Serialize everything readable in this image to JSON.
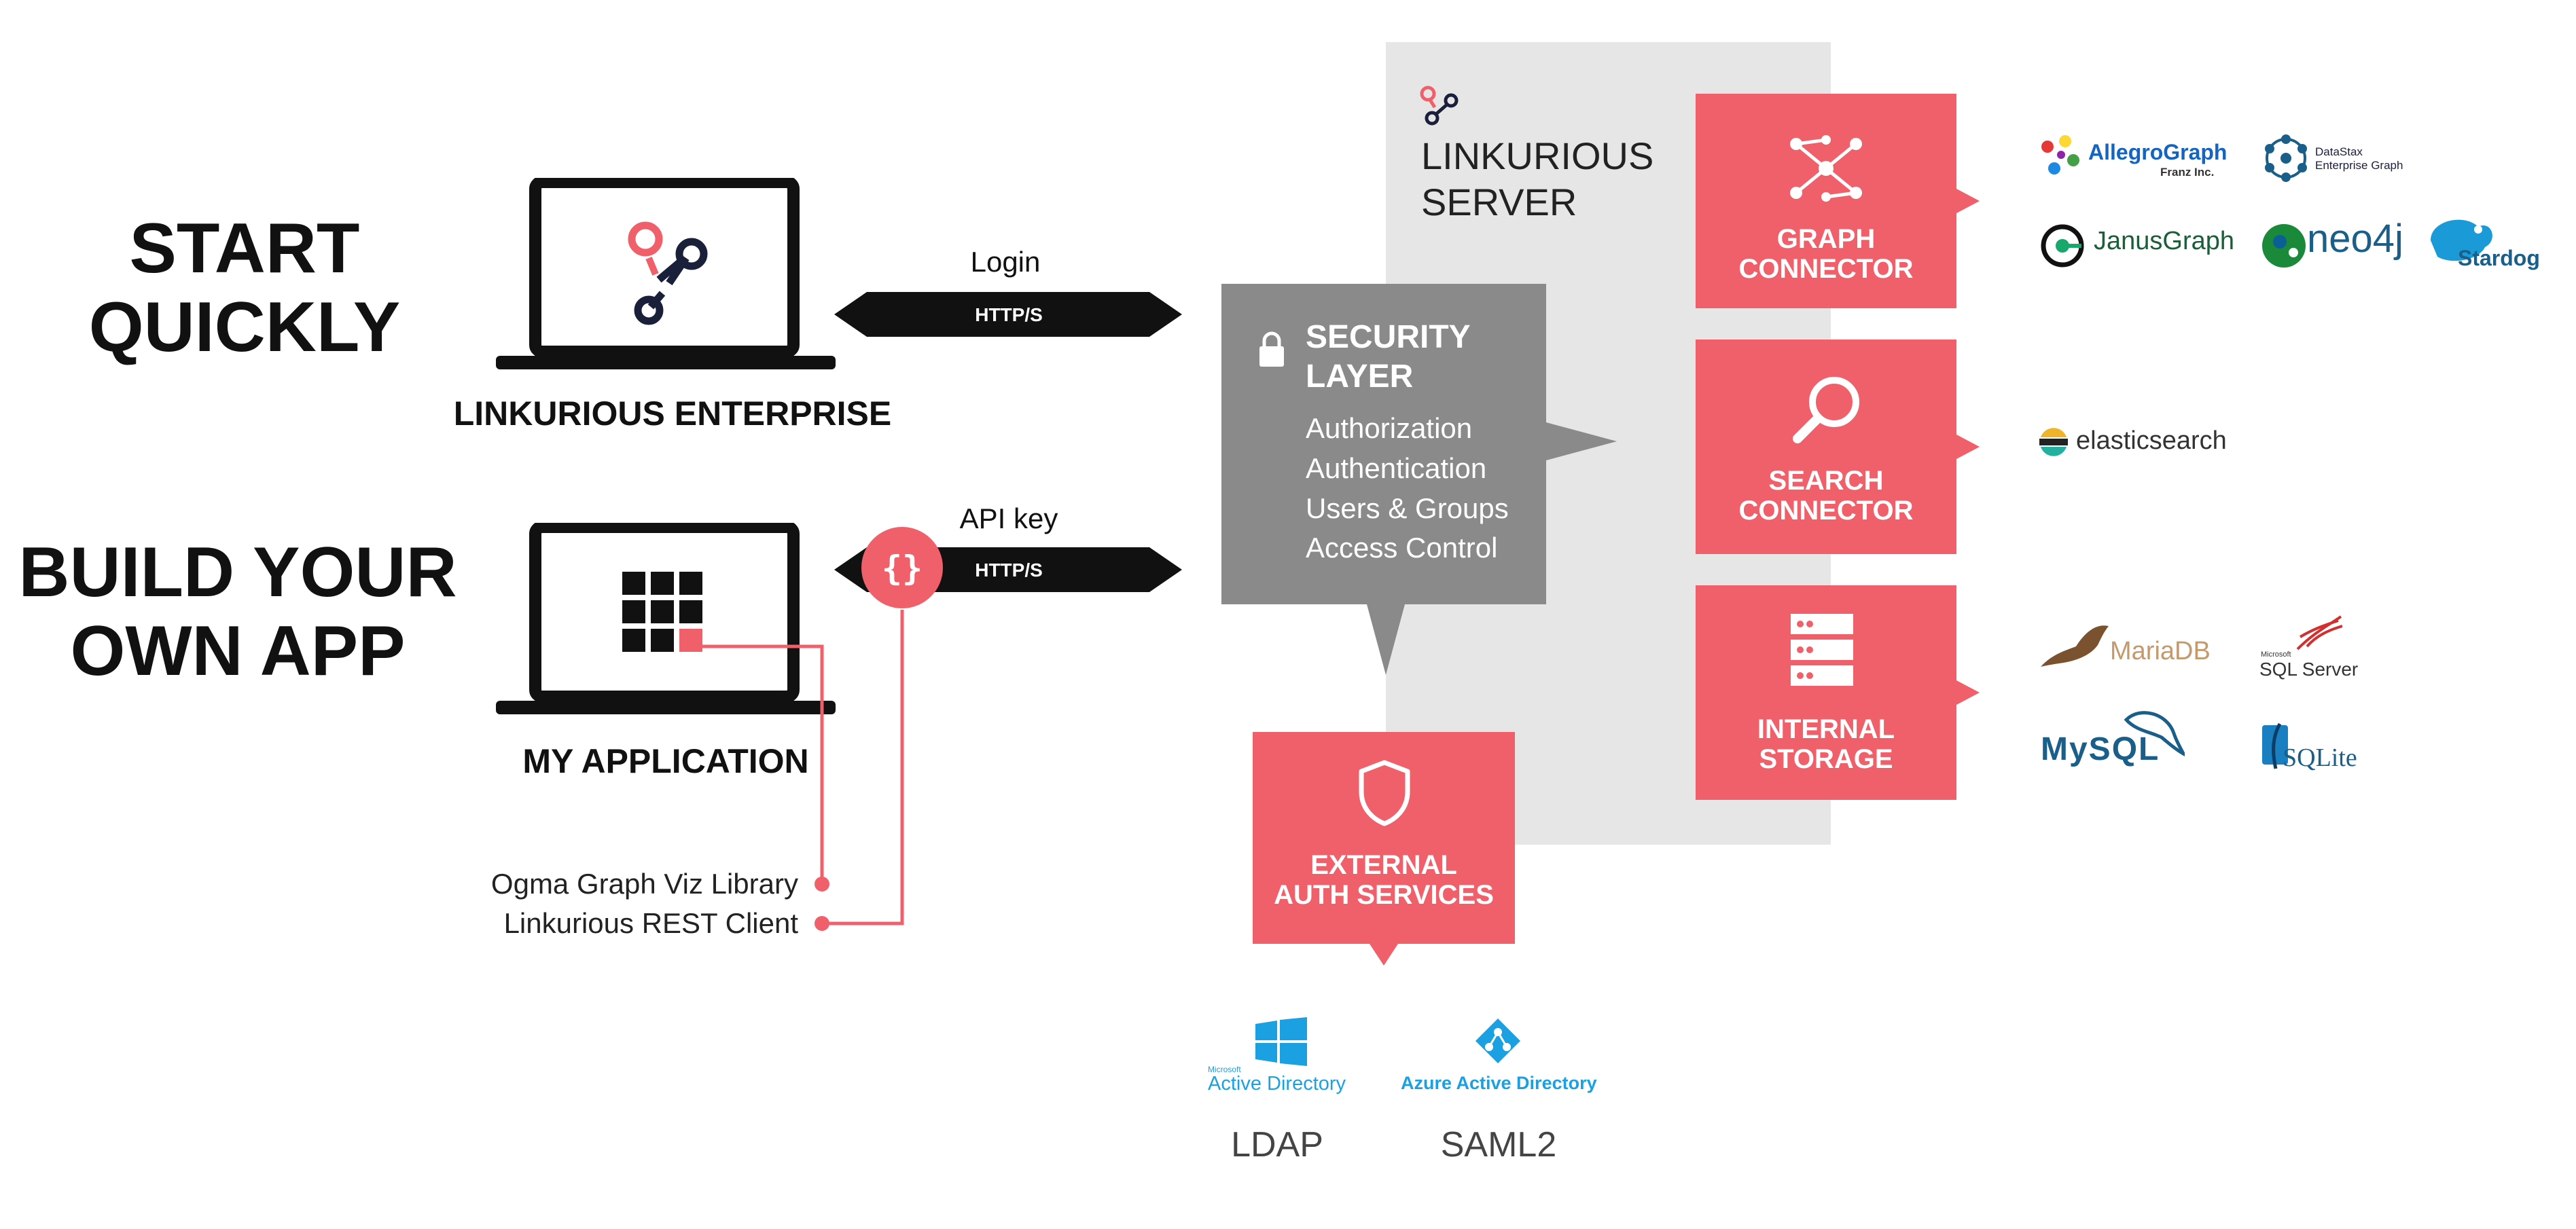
{
  "left": {
    "start_quickly": "START\nQUICKLY",
    "build_your_own_app": "BUILD YOUR\nOWN APP"
  },
  "devices": {
    "enterprise_label": "LINKURIOUS ENTERPRISE",
    "application_label": "MY APPLICATION"
  },
  "connections": {
    "login": {
      "title": "Login",
      "protocol": "HTTP/S"
    },
    "api": {
      "title": "API key",
      "protocol": "HTTP/S"
    }
  },
  "libraries": [
    "Ogma Graph Viz Library",
    "Linkurious REST Client"
  ],
  "server": {
    "title": "LINKURIOUS\nSERVER",
    "security": {
      "title": "SECURITY\nLAYER",
      "items": [
        "Authorization",
        "Authentication",
        "Users & Groups",
        "Access Control"
      ]
    },
    "connectors": {
      "graph": "GRAPH\nCONNECTOR",
      "search": "SEARCH\nCONNECTOR",
      "storage": "INTERNAL\nSTORAGE"
    }
  },
  "external_auth": {
    "title": "EXTERNAL\nAUTH SERVICES",
    "ldap_product": "Active Directory",
    "ldap_brand": "Microsoft",
    "saml_product": "Azure Active Directory",
    "ldap_label": "LDAP",
    "saml_label": "SAML2"
  },
  "logos": {
    "allegrograph": "AllegroGraph",
    "allegrograph_sub": "Franz Inc.",
    "datastax": "DataStax",
    "datastax_sub": "Enterprise Graph",
    "janusgraph": "JanusGraph",
    "neo4j": "neo4j",
    "stardog": "Stardog",
    "elasticsearch": "elasticsearch",
    "mariadb": "MariaDB",
    "sqlserver": "SQL Server",
    "sqlserver_brand": "Microsoft",
    "mysql": "MySQL",
    "sqlite": "SQLite"
  },
  "colors": {
    "accent": "#f0606b",
    "dark": "#111111",
    "gray_box": "#8a8a8a",
    "server_bg": "#e6e6e6",
    "microsoft_blue": "#1ba1e2",
    "navy": "#1a1f3a"
  }
}
